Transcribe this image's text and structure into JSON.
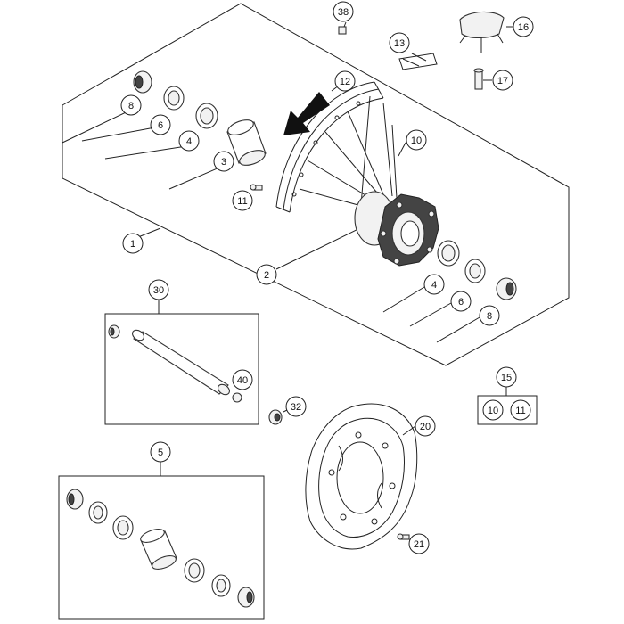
{
  "diagram": {
    "callouts": {
      "c1": "1",
      "c2": "2",
      "c3": "3",
      "c4a": "4",
      "c4b": "4",
      "c5": "5",
      "c6a": "6",
      "c6b": "6",
      "c8a": "8",
      "c8b": "8",
      "c10": "10",
      "c11": "11",
      "c12": "12",
      "c13": "13",
      "c15": "15",
      "c15_10": "10",
      "c15_11": "11",
      "c16": "16",
      "c17": "17",
      "c20": "20",
      "c21": "21",
      "c30": "30",
      "c32": "32",
      "c38": "38",
      "c40": "40"
    },
    "icons": {
      "direction_arrow": "rotation-direction-arrow-icon"
    },
    "colors": {
      "line": "#222222",
      "part_fill": "#f2f2f2",
      "hub_dark": "#444444"
    }
  }
}
